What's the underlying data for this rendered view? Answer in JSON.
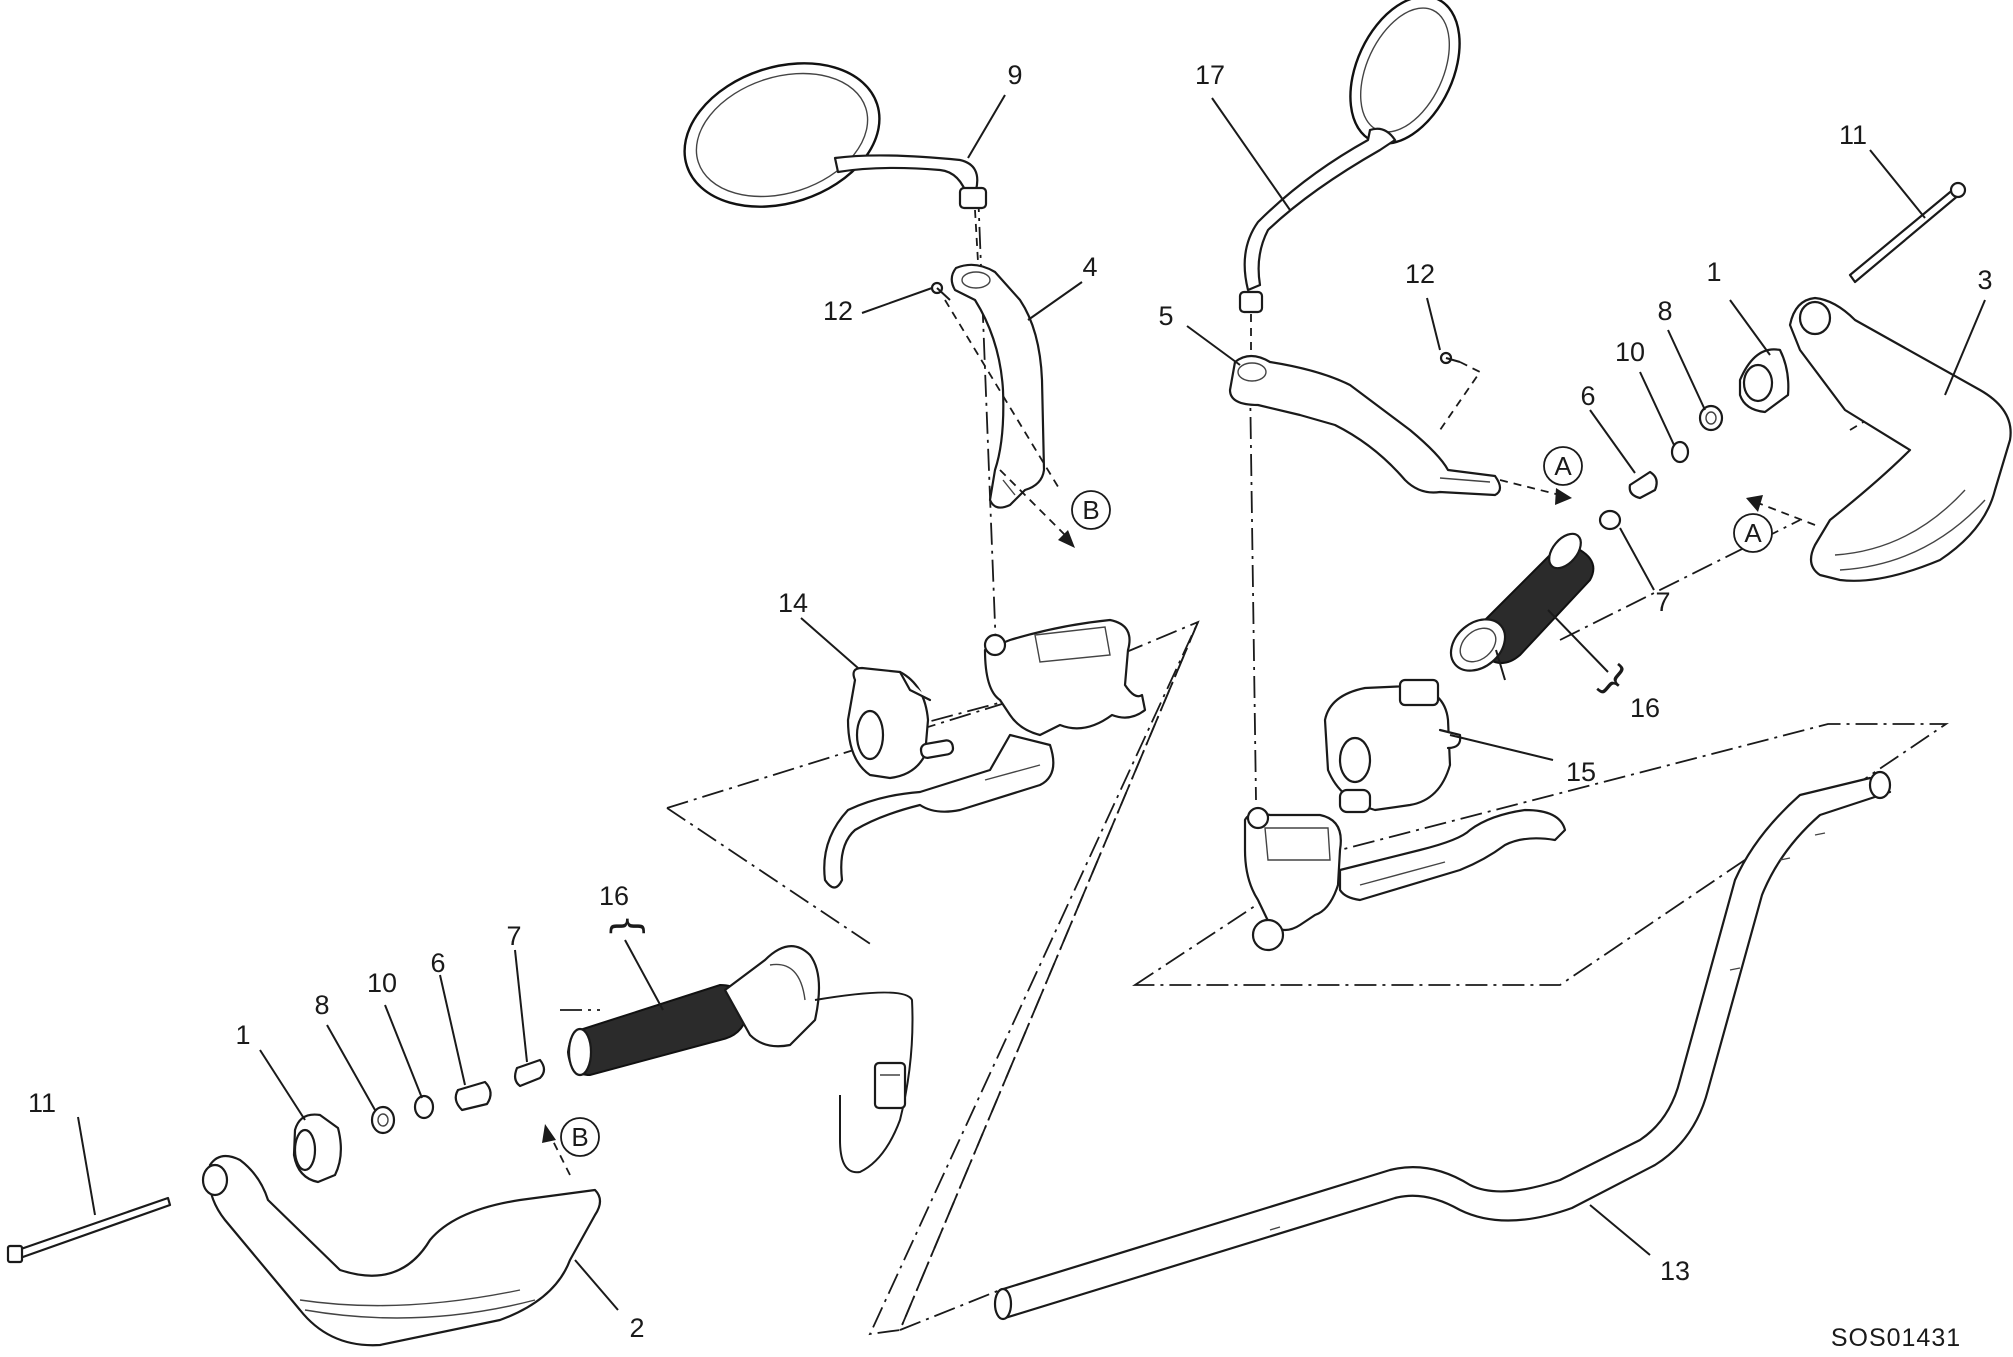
{
  "drawing_code": "SOS01431",
  "callouts": {
    "c1_left": "1",
    "c8_left": "8",
    "c10_left": "10",
    "c6_left": "6",
    "c7_left": "7",
    "c16_left": "16",
    "c11_left": "11",
    "c2": "2",
    "c14": "14",
    "c12_left": "12",
    "c4": "4",
    "c9": "9",
    "c17": "17",
    "c5": "5",
    "c12_right": "12",
    "c11_right": "11",
    "c1_right": "1",
    "c8_right": "8",
    "c10_right": "10",
    "c6_right": "6",
    "c3": "3",
    "c7_right": "7",
    "c16_right": "16",
    "c15": "15",
    "c13": "13"
  },
  "refs": {
    "a1": "A",
    "a2": "A",
    "b1": "B",
    "b2": "B"
  },
  "brace_glyph": "{"
}
